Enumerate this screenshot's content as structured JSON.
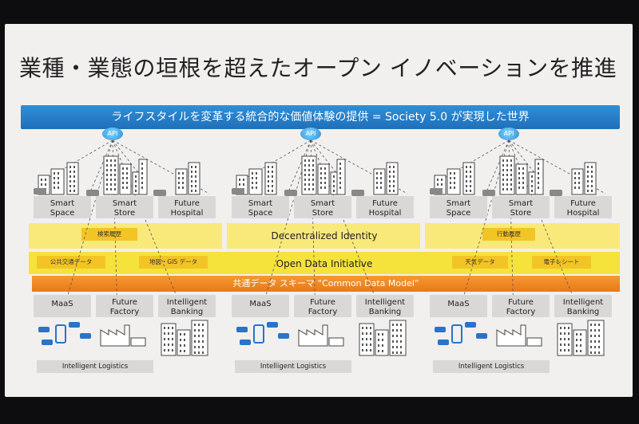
{
  "title": "業種・業態の垣根を超えたオープン イノベーションを推進",
  "banner": "ライフスタイルを変革する統合的な価値体験の提供 = Society 5.0 が実現した世界",
  "api_label": "API",
  "top_labels": [
    "Smart\nSpace",
    "Smart\nStore",
    "Future\nHospital"
  ],
  "bottom_labels": [
    "MaaS",
    "Future\nFactory",
    "Intelligent\nBanking"
  ],
  "logistics_label": "Intelligent Logistics",
  "layers": {
    "identity": "Decentralized Identity",
    "open_data": "Open Data Initiative",
    "common_model": "共通データ スキーマ “Common Data Model”"
  },
  "data_chips": {
    "search_history": "検索履歴",
    "action_history": "行動履歴",
    "transit_data": "公共交通データ",
    "map_gis_data": "地図・GIS データ",
    "weather_data": "天気データ",
    "e_receipt": "電子レシート"
  },
  "colors": {
    "banner": "#1f6fb8",
    "band": "#f5e23b",
    "orange": "#e8781a",
    "chip": "#d9d8d6"
  }
}
